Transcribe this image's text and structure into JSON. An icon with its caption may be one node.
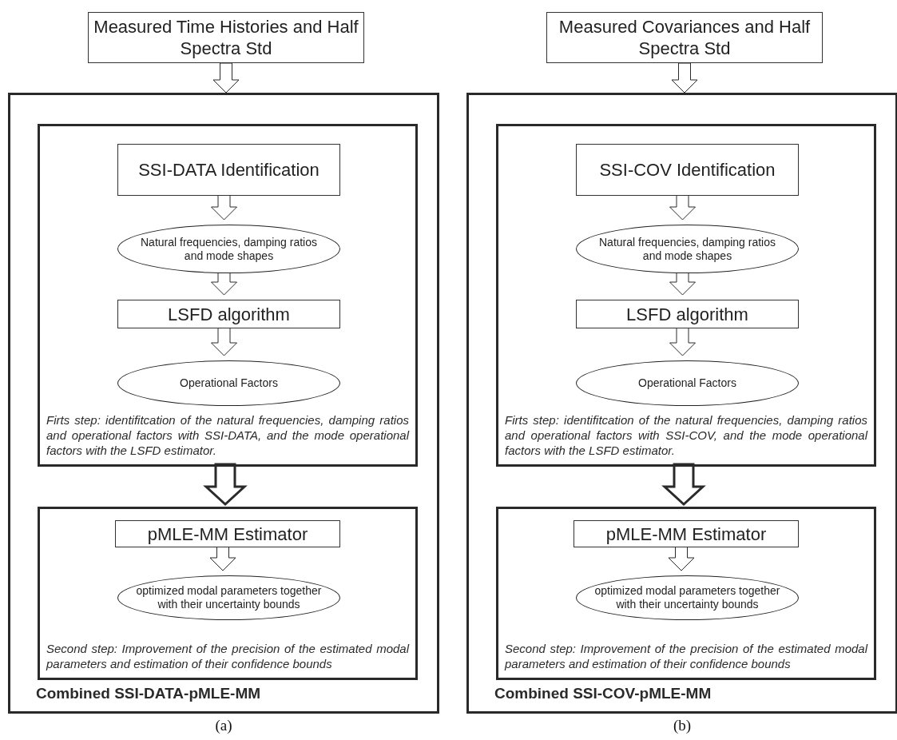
{
  "diagram": {
    "nodes": [
      {
        "text": [
          "Measured Time Histories and Half Spectra Std"
        ]
      },
      {
        "text": [
          "Combined SSI-DATA-pMLE-MM"
        ],
        "beside": [
          "(a)"
        ]
      },
      {
        "text": [
          "Firts step: identifitcation of the natural frequencies, damping ratios and operational factors with SSI-DATA, and the mode operational factors with the LSFD estimator."
        ],
        "in": 1
      },
      {
        "text": [
          "SSI-DATA Identification"
        ],
        "in": 2
      },
      {
        "text": [
          "Natural frequencies, damping ratios and mode shapes"
        ],
        "in": 2
      },
      {
        "text": [
          "LSFD algorithm"
        ],
        "in": 2
      },
      {
        "text": [
          "Operational Factors"
        ],
        "in": 2
      },
      {
        "text": [
          "Second step: Improvement of the precision of the estimated modal parameters and estimation of their confidence bounds"
        ],
        "in": 1
      },
      {
        "text": [
          "pMLE-MM Estimator"
        ],
        "in": 7
      },
      {
        "text": [
          "optimized modal parameters together with their uncertainty bounds"
        ],
        "in": 7
      },
      {
        "text": [
          "Measured Covariances and Half Spectra Std"
        ]
      },
      {
        "text": [
          "Combined SSI-COV-pMLE-MM"
        ],
        "beside": [
          "(b)"
        ]
      },
      {
        "text": [
          "Firts step: identifitcation of the natural frequencies, damping ratios and operational factors with SSI-COV, and the mode operational factors with the LSFD estimator."
        ],
        "in": 11
      },
      {
        "text": [
          "SSI-COV Identification"
        ],
        "in": 12
      },
      {
        "text": [
          "Natural frequencies, damping ratios and mode shapes"
        ],
        "in": 12
      },
      {
        "text": [
          "LSFD algorithm"
        ],
        "in": 12
      },
      {
        "text": [
          "Operational Factors"
        ],
        "in": 12
      },
      {
        "text": [
          "Second step: Improvement of the precision of the estimated modal parameters and estimation of their confidence bounds"
        ],
        "in": 11
      },
      {
        "text": [
          "pMLE-MM Estimator"
        ],
        "in": 17
      },
      {
        "text": [
          "optimized modal parameters together with their uncertainty bounds"
        ],
        "in": 17
      }
    ],
    "edges": [
      {
        "from": 0,
        "to": 1,
        "arrow": "to"
      },
      {
        "from": 3,
        "to": 4,
        "arrow": "to"
      },
      {
        "from": 4,
        "to": 5,
        "arrow": "to"
      },
      {
        "from": 5,
        "to": 6,
        "arrow": "to"
      },
      {
        "from": 2,
        "to": 7,
        "arrow": "to",
        "style": "thick"
      },
      {
        "from": 8,
        "to": 9,
        "arrow": "to"
      },
      {
        "from": 10,
        "to": 11,
        "arrow": "to"
      },
      {
        "from": 13,
        "to": 14,
        "arrow": "to"
      },
      {
        "from": 14,
        "to": 15,
        "arrow": "to"
      },
      {
        "from": 15,
        "to": 16,
        "arrow": "to"
      },
      {
        "from": 12,
        "to": 17,
        "arrow": "to",
        "style": "thick"
      },
      {
        "from": 18,
        "to": 19,
        "arrow": "to"
      }
    ]
  }
}
